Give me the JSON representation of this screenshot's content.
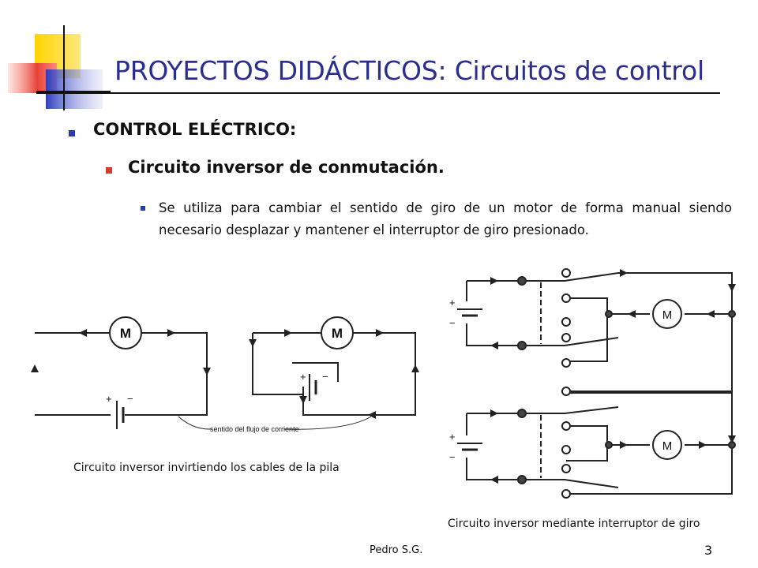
{
  "slide": {
    "title": "PROYECTOS DIDÁCTICOS: Circuitos de control",
    "bullet1": "CONTROL ELÉCTRICO:",
    "bullet2": "Circuito inversor de conmutación.",
    "bullet3": "Se utiliza para cambiar el sentido de giro de un motor de forma manual siendo necesario desplazar y mantener el interruptor de giro presionado."
  },
  "figure_left": {
    "motor_label": "M",
    "plus": "+",
    "minus": "−",
    "flow_label": "sentido del flujo de corriente",
    "caption": "Circuito inversor invirtiendo los cables de la pila"
  },
  "figure_right": {
    "motor_label": "M",
    "plus": "+",
    "minus": "−",
    "caption": "Circuito inversor mediante interruptor de giro"
  },
  "footer": {
    "author": "Pedro S.G.",
    "page": "3"
  },
  "colors": {
    "title": "#2a2f8f",
    "bullet_l1": "#2a3aa8",
    "bullet_l2": "#d83a2a",
    "bullet_l3": "#2a3aa8",
    "deco_yellow": "#f5c400",
    "deco_red": "#e8423a",
    "deco_blue": "#2f3fbf"
  }
}
